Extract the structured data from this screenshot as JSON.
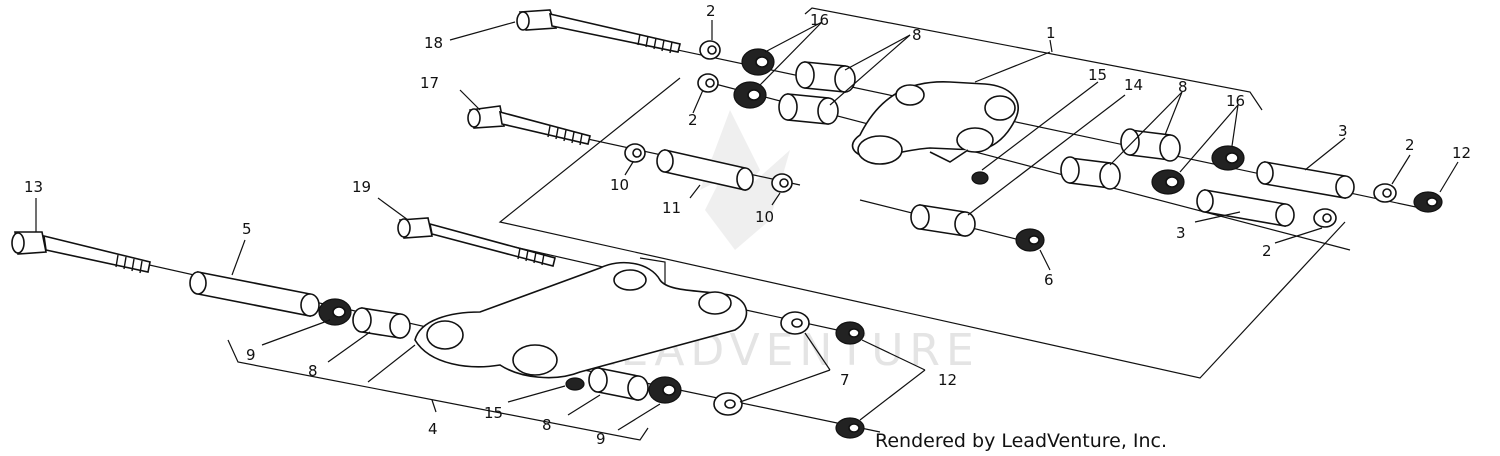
{
  "diagram": {
    "credit": "Rendered by LeadVenture, Inc.",
    "watermark": "LEADVENTURE",
    "labels": {
      "l1": "1",
      "l2a": "2",
      "l2b": "2",
      "l2c": "2",
      "l2d": "2",
      "l3a": "3",
      "l3b": "3",
      "l4": "4",
      "l5": "5",
      "l6": "6",
      "l7": "7",
      "l8a": "8",
      "l8b": "8",
      "l8c": "8",
      "l8d": "8",
      "l9a": "9",
      "l9b": "9",
      "l10a": "10",
      "l10b": "10",
      "l11": "11",
      "l12a": "12",
      "l12b": "12",
      "l13": "13",
      "l14": "14",
      "l15a": "15",
      "l15b": "15",
      "l16a": "16",
      "l16b": "16",
      "l17": "17",
      "l18": "18",
      "l19": "19"
    }
  }
}
